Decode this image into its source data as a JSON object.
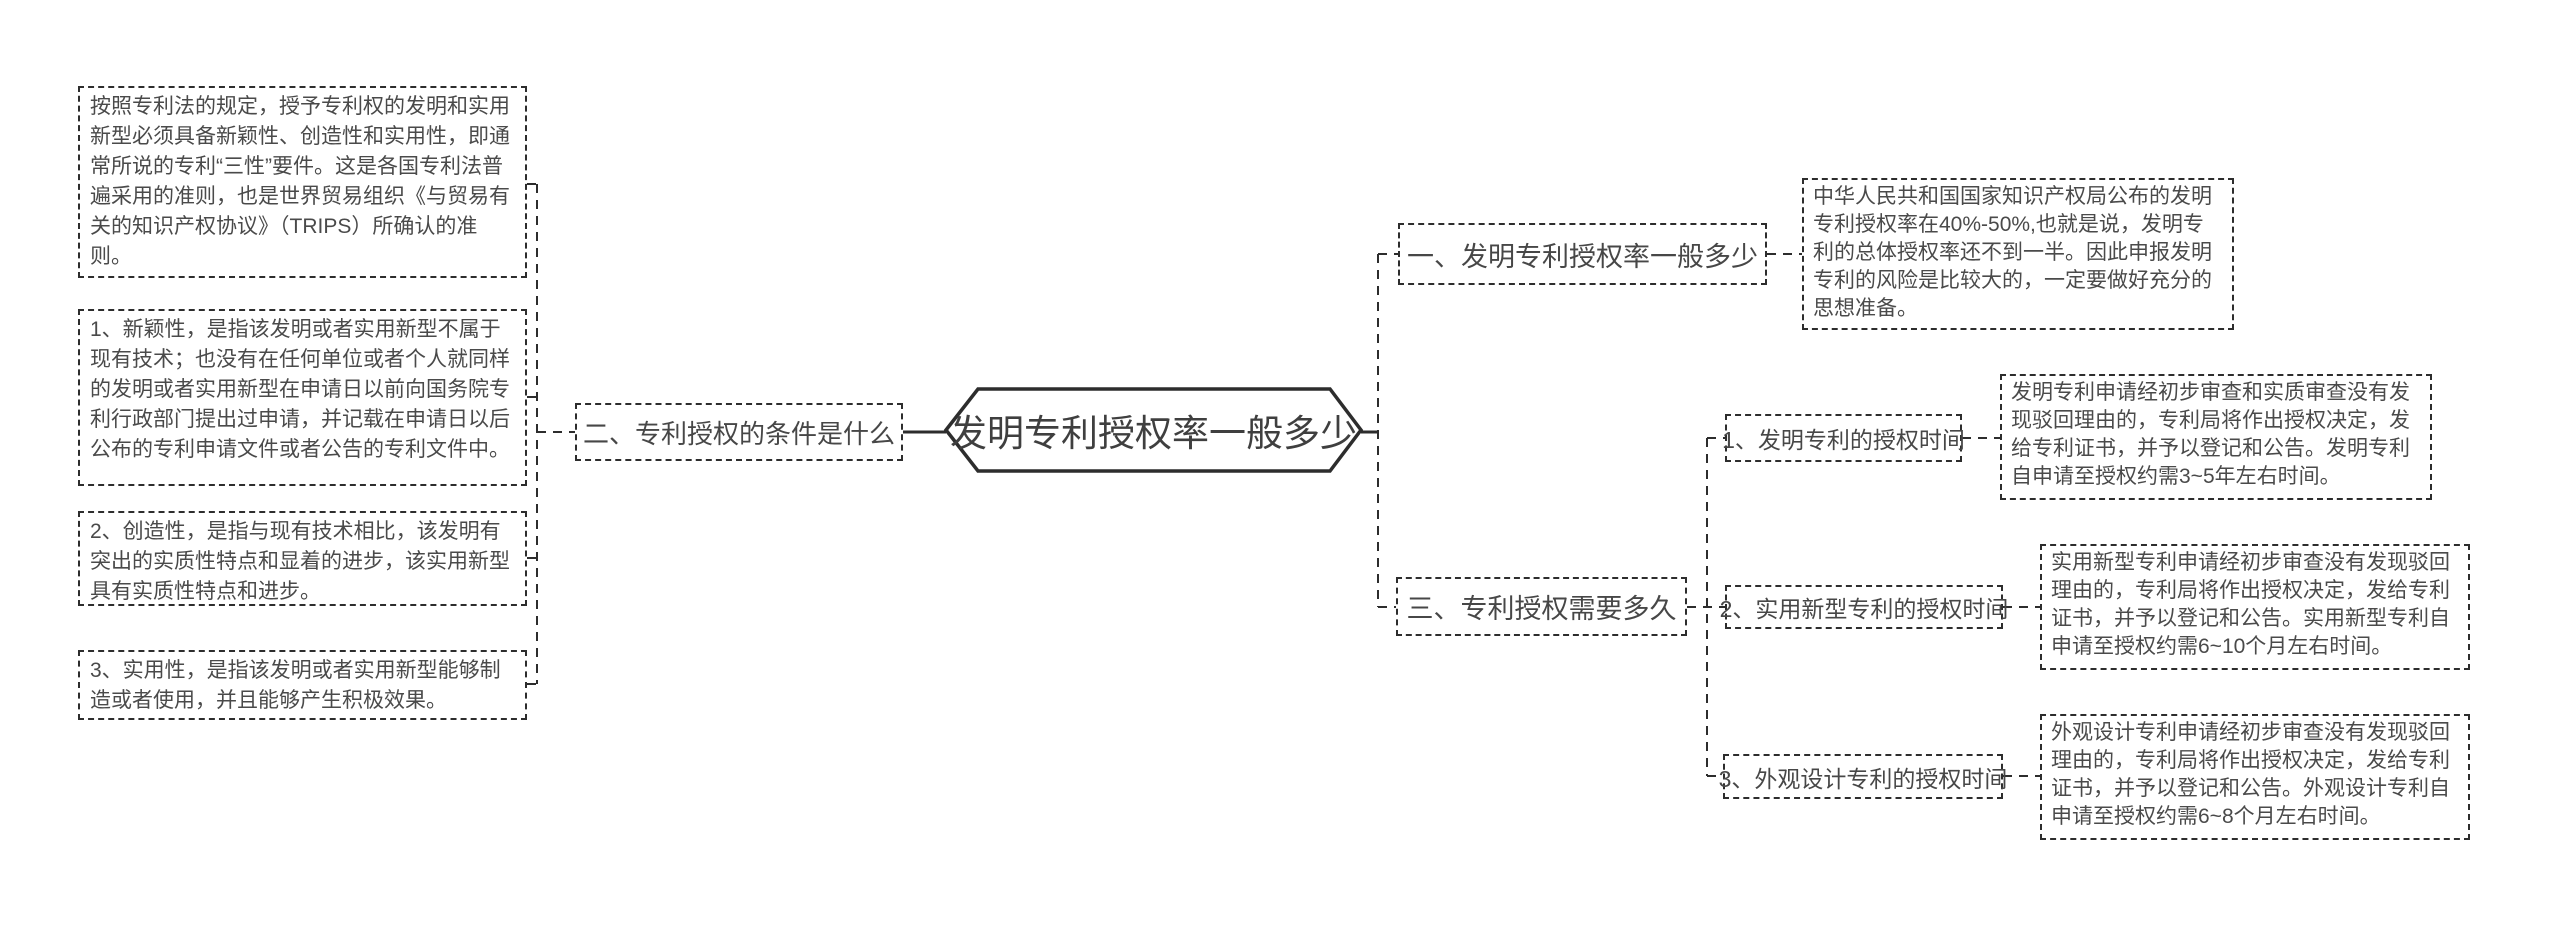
{
  "colors": {
    "background": "#ffffff",
    "border": "#2d2d2d",
    "text": "#4a4a4a"
  },
  "center": {
    "title": "发明专利授权率一般多少"
  },
  "left_branch": {
    "label": "二、专利授权的条件是什么",
    "notes": [
      {
        "text": "按照专利法的规定，授予专利权的发明和实用新型必须具备新颖性、创造性和实用性，即通常所说的专利“三性”要件。这是各国专利法普遍采用的准则，也是世界贸易组织《与贸易有关的知识产权协议》（TRIPS）所确认的准则。"
      },
      {
        "text": "1、新颖性，是指该发明或者实用新型不属于现有技术；也没有在任何单位或者个人就同样的发明或者实用新型在申请日以前向国务院专利行政部门提出过申请，并记载在申请日以后公布的专利申请文件或者公告的专利文件中。"
      },
      {
        "text": "2、创造性，是指与现有技术相比，该发明有突出的实质性特点和显着的进步，该实用新型具有实质性特点和进步。"
      },
      {
        "text": "3、实用性，是指该发明或者实用新型能够制造或者使用，并且能够产生积极效果。"
      }
    ]
  },
  "right_top_branch": {
    "label": "一、发明专利授权率一般多少",
    "note": "中华人民共和国国家知识产权局公布的发明专利授权率在40%-50%,也就是说，发明专利的总体授权率还不到一半。因此申报发明专利的风险是比较大的，一定要做好充分的思想准备。"
  },
  "right_bottom_branch": {
    "label": "三、专利授权需要多久",
    "children": [
      {
        "label": "1、发明专利的授权时间",
        "note": "发明专利申请经初步审查和实质审查没有发现驳回理由的，专利局将作出授权决定，发给专利证书，并予以登记和公告。发明专利自申请至授权约需3~5年左右时间。"
      },
      {
        "label": "2、实用新型专利的授权时间",
        "note": "实用新型专利申请经初步审查没有发现驳回理由的，专利局将作出授权决定，发给专利证书，并予以登记和公告。实用新型专利自申请至授权约需6~10个月左右时间。"
      },
      {
        "label": "3、外观设计专利的授权时间",
        "note": "外观设计专利申请经初步审查没有发现驳回理由的，专利局将作出授权决定，发给专利证书，并予以登记和公告。外观设计专利自申请至授权约需6~8个月左右时间。"
      }
    ]
  }
}
